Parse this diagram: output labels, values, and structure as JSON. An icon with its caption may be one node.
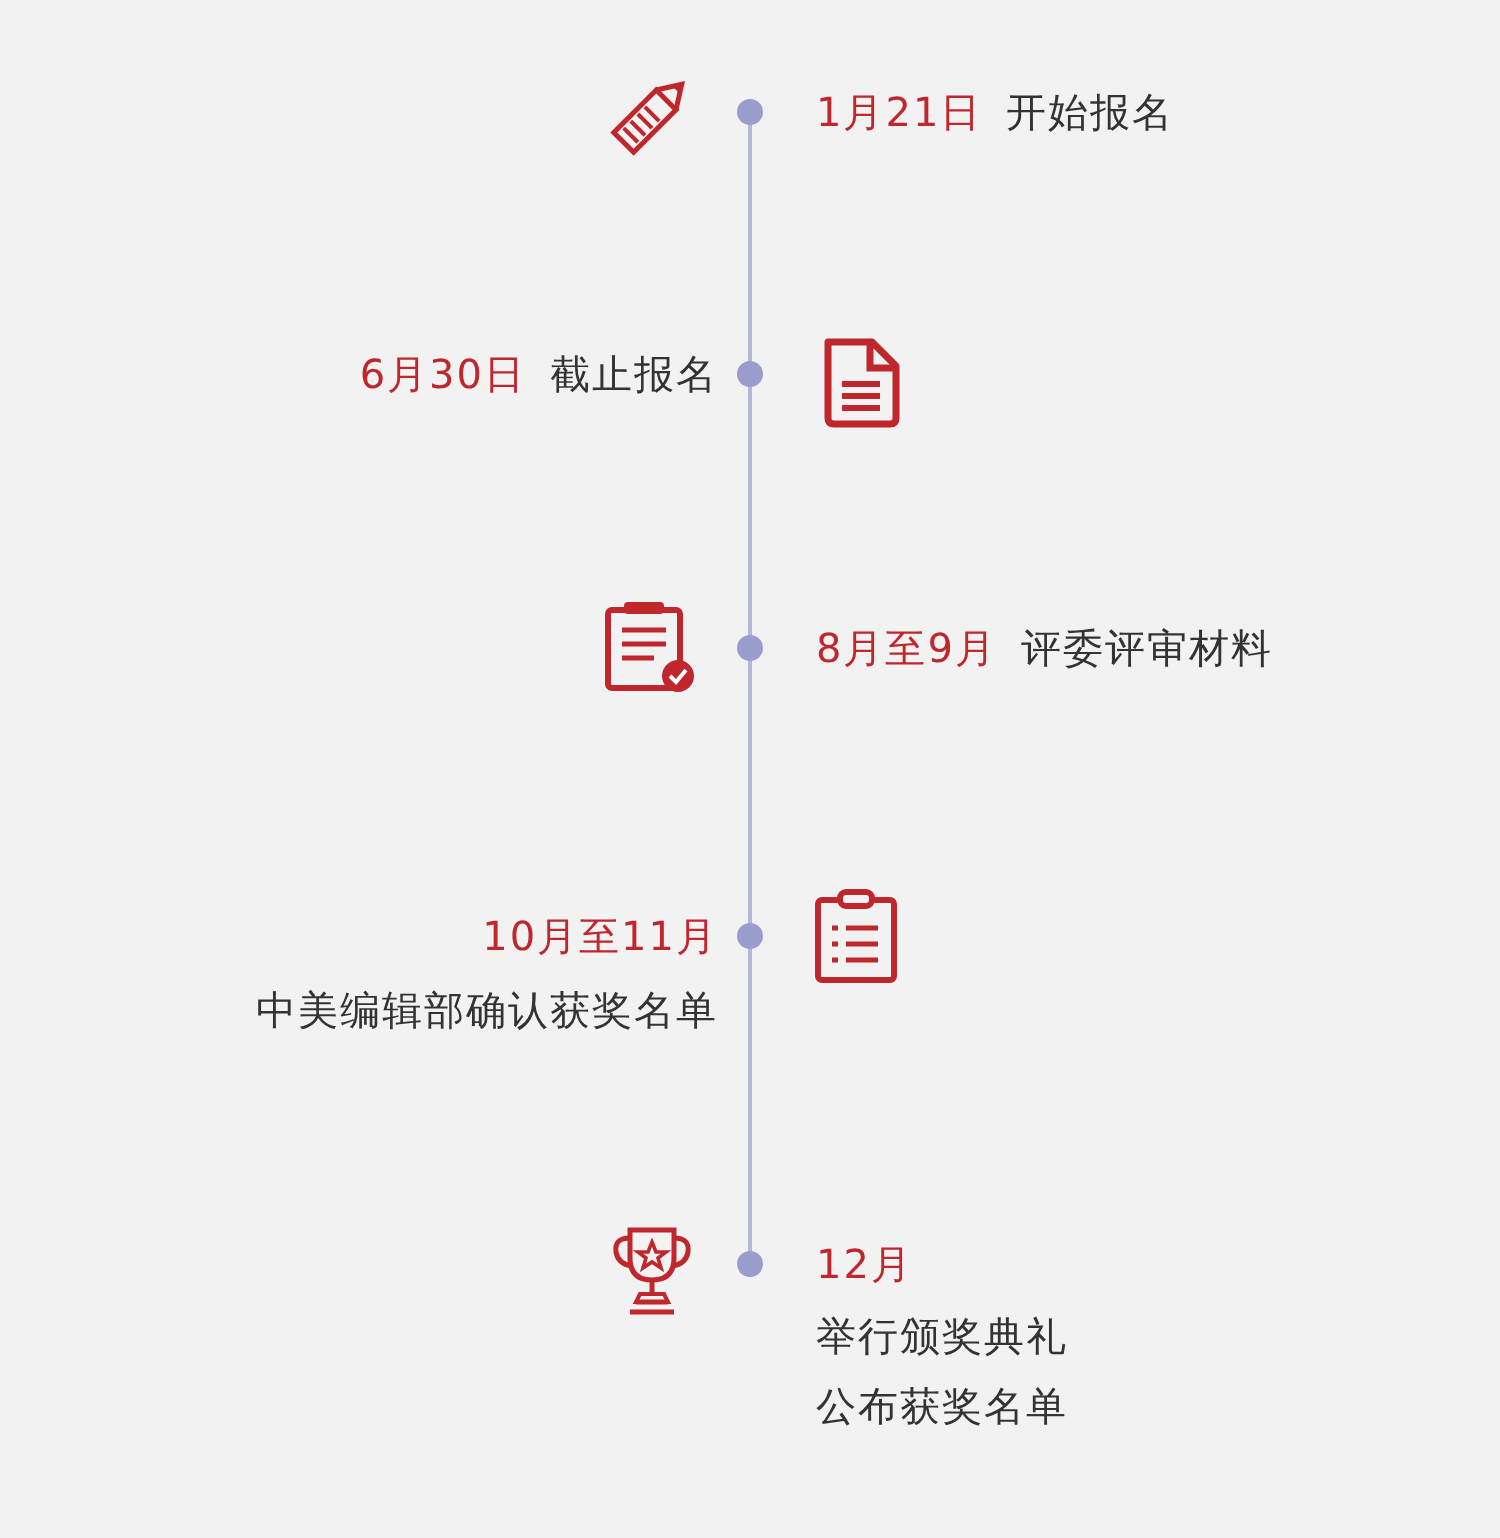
{
  "diagram": {
    "labels": [
      "1月21日",
      "开始报名",
      "6月30日",
      "截止报名",
      "8月至9月",
      "评委评审材料",
      "10月至11月",
      "中美编辑部确认获奖名单",
      "12月",
      "举行颁奖典礼",
      "公布获奖名单"
    ]
  }
}
